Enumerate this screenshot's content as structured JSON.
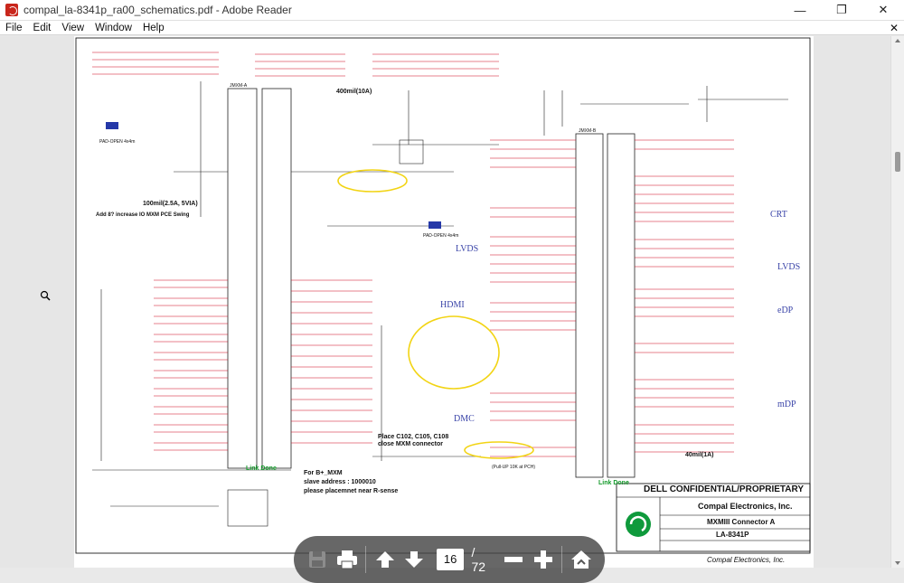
{
  "window": {
    "title": "compal_la-8341p_ra00_schematics.pdf - Adobe Reader",
    "minimize": "—",
    "restore": "❐",
    "close": "✕"
  },
  "menu": {
    "items": [
      "File",
      "Edit",
      "View",
      "Window",
      "Help"
    ],
    "close": "✕"
  },
  "toolbar": {
    "current_page": "16",
    "total_pages": "/ 72"
  },
  "schematic": {
    "sections": [
      "CRT",
      "LVDS",
      "eDP",
      "mDP",
      "HDMI",
      "LVDS",
      "DMC"
    ],
    "notes": {
      "power_swing": "Add 8? increase IO MXM PCE Swing",
      "current_100": "100mil(2.5A, 5VIA)",
      "current_400": "400mil(10A)",
      "place_caps": "Place C102, C105, C108",
      "close_conn": "close MXM connector",
      "for_b": "For B+_MXM",
      "slave": "slave address : 1000010",
      "placement": "please placemnet near R-sense",
      "link_done_1": "Link Done",
      "link_done_2": "Link Done",
      "current_40": "40mil(1A)",
      "pull_up": "(Pull-UP 10K at PCH)",
      "pad_1": "PAD-OPEN 4x4m",
      "pad_2": "PAD-OPEN 4x4m",
      "mxm_a": "JMXM-A",
      "mxm_b": "JMXM-B"
    },
    "title_block": {
      "confidential": "DELL CONFIDENTIAL/PROPRIETARY",
      "company": "Compal Electronics, Inc.",
      "sheet_title": "MXMIII Connector A",
      "doc_number": "LA-8341P",
      "footer": "Compal Electronics, Inc."
    }
  }
}
